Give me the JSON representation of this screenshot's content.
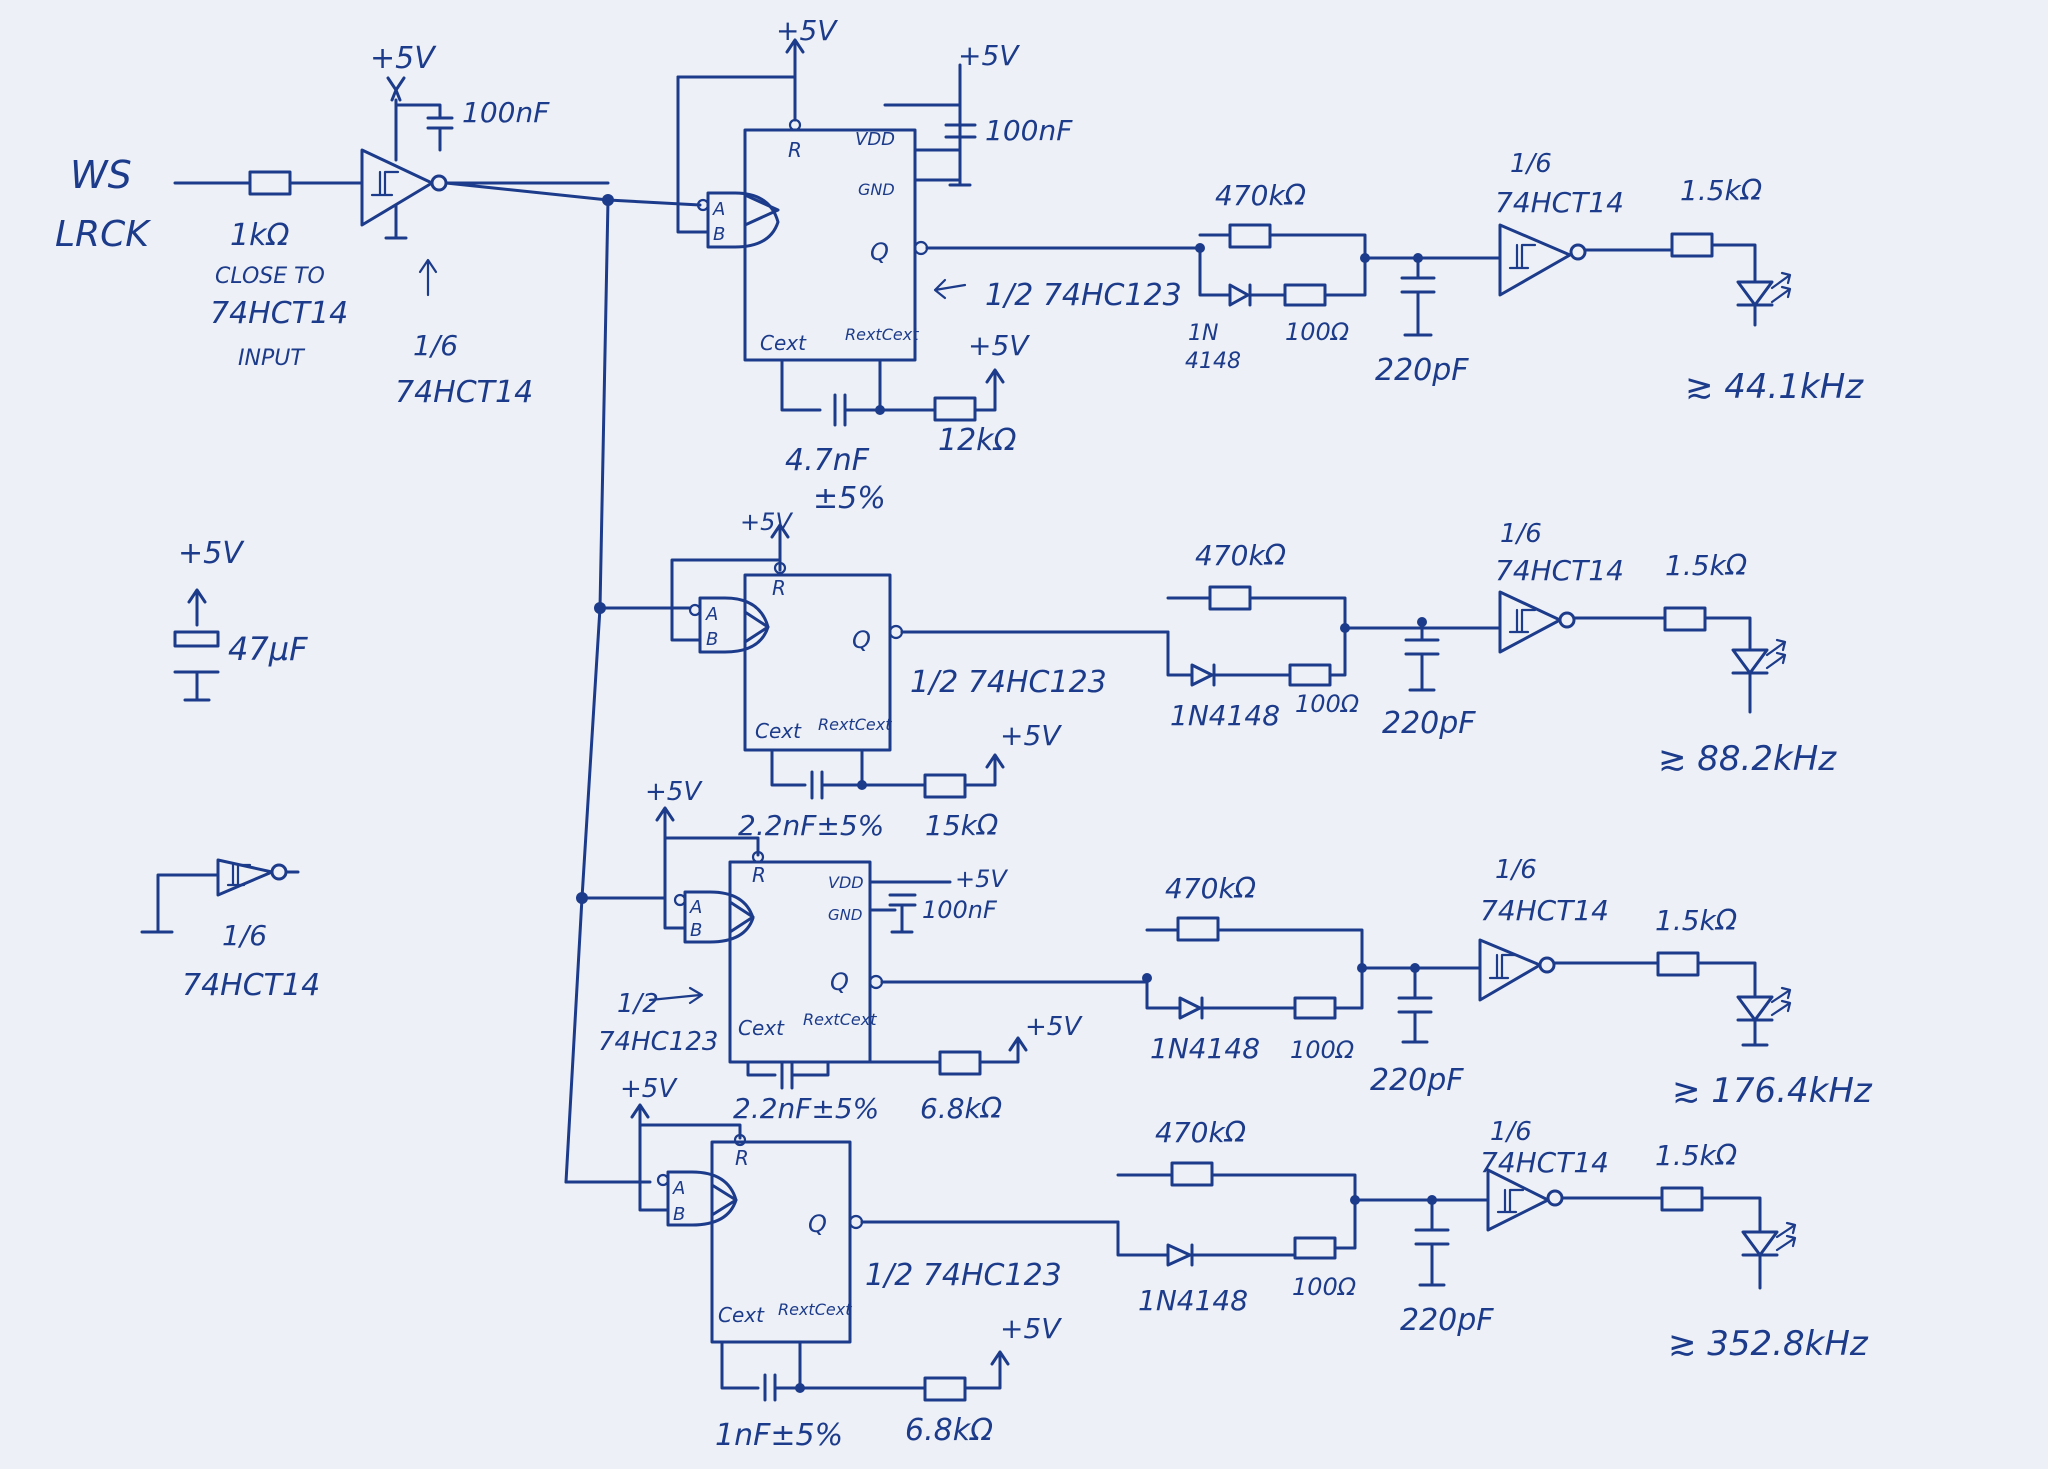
{
  "input": {
    "line1": "WS",
    "line2": "LRCK",
    "resistor": "1kΩ",
    "note1": "CLOSE TO",
    "note2": "74HCT14",
    "note3": "INPUT"
  },
  "input_gate": {
    "frac": "1/6",
    "part": "74HCT14",
    "supply": "+5V",
    "cap": "100nF"
  },
  "pins": {
    "r": "R",
    "vdd": "VDD",
    "gnd": "GND",
    "q": "Q",
    "cext": "Cext",
    "rext": "RextCext",
    "a": "A",
    "b": "B"
  },
  "stages": [
    {
      "supply_r": "+5V",
      "supply_vdd": "+5V",
      "cap_vdd": "100nF",
      "chip_label": "1/2 74HC123",
      "cap_timing": "4.7nF",
      "cap_tol": "±5%",
      "res_timing": "12kΩ",
      "supply_timing": "+5V",
      "res_470": "470kΩ",
      "diode": "1N",
      "diode2": "4148",
      "res_100": "100Ω",
      "cap_220": "220pF",
      "gate_frac": "1/6",
      "gate_part": "74HCT14",
      "res_led": "1.5kΩ",
      "freq": "≳ 44.1kHz"
    },
    {
      "supply_r": "+5V",
      "chip_label": "1/2 74HC123",
      "cap_timing": "2.2nF±5%",
      "res_timing": "15kΩ",
      "supply_timing": "+5V",
      "res_470": "470kΩ",
      "diode": "1N4148",
      "res_100": "100Ω",
      "cap_220": "220pF",
      "gate_frac": "1/6",
      "gate_part": "74HCT14",
      "res_led": "1.5kΩ",
      "freq": "≳ 88.2kHz"
    },
    {
      "supply_r": "+5V",
      "supply_vdd": "+5V",
      "cap_vdd": "100nF",
      "chip_label1": "1/2",
      "chip_label2": "74HC123",
      "cap_timing": "2.2nF±5%",
      "res_timing": "6.8kΩ",
      "supply_timing": "+5V",
      "res_470": "470kΩ",
      "diode": "1N4148",
      "res_100": "100Ω",
      "cap_220": "220pF",
      "gate_frac": "1/6",
      "gate_part": "74HCT14",
      "res_led": "1.5kΩ",
      "freq": "≳ 176.4kHz"
    },
    {
      "supply_r": "+5V",
      "chip_label": "1/2 74HC123",
      "cap_timing": "1nF±5%",
      "res_timing": "6.8kΩ",
      "supply_timing": "+5V",
      "res_470": "470kΩ",
      "diode": "1N4148",
      "res_100": "100Ω",
      "cap_220": "220pF",
      "gate_frac": "1/6",
      "gate_part": "74HCT14",
      "res_led": "1.5kΩ",
      "freq": "≳ 352.8kHz"
    }
  ],
  "decoupling": {
    "supply": "+5V",
    "cap": "47µF"
  },
  "spare_gate": {
    "frac": "1/6",
    "part": "74HCT14"
  }
}
